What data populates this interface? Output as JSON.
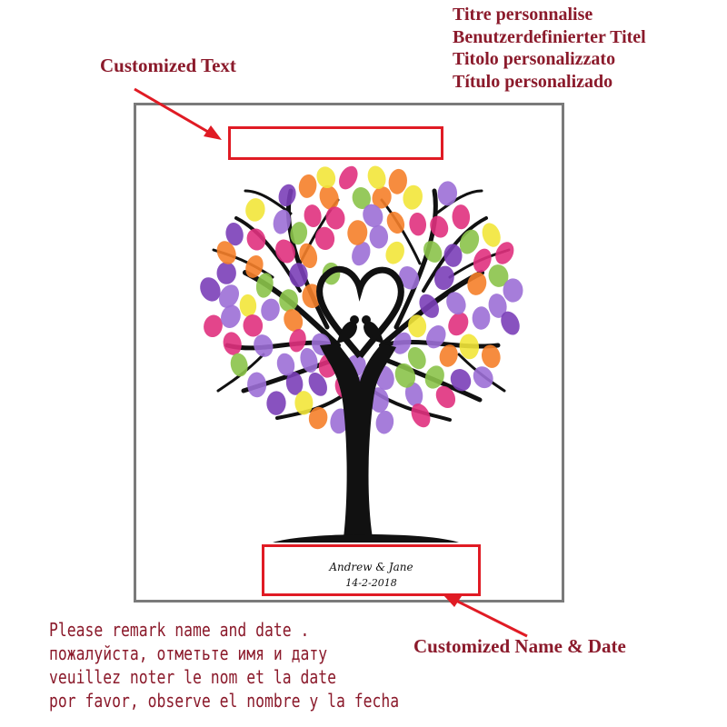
{
  "titles": [
    "Titre personnalise",
    "Benutzerdefinierter Titel",
    "Titolo personalizzato",
    "Título personalizado"
  ],
  "labels": {
    "customized_text": "Customized Text",
    "customized_name_date": "Customized Name & Date"
  },
  "plaque": {
    "names": "Andrew & Jane",
    "date": "14-2-2018"
  },
  "remark_lines": [
    "Please remark name and date .",
    "пожалуйста, отметьте имя и дату",
    "veuillez noter le nom et la date",
    "por favor, observe el nombre y la fecha"
  ],
  "colors": {
    "accent_text": "#8b1a2b",
    "highlight_box": "#e01b24",
    "frame": "#7a7a7a",
    "tree": "#111111",
    "fingerprints": [
      "#7b3fb8",
      "#e0317e",
      "#8bc34a",
      "#f2e53a",
      "#f57f2a",
      "#9c6fd6"
    ]
  },
  "icons": {
    "arrow": "arrow-icon",
    "tree": "tree-icon",
    "birds": "love-birds-icon"
  }
}
